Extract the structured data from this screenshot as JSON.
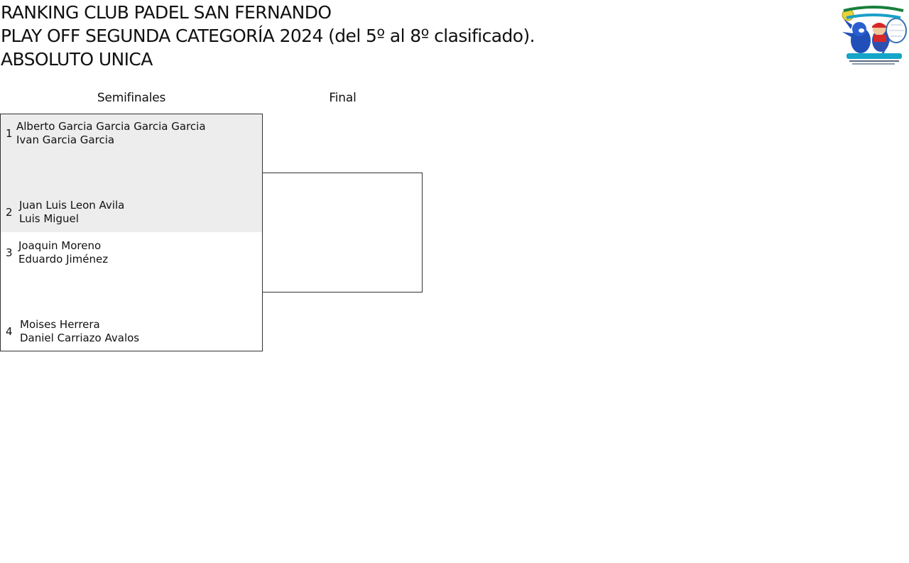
{
  "header": {
    "line1": "RANKING CLUB PADEL SAN FERNANDO",
    "line2": "PLAY OFF SEGUNDA CATEGORÍA 2024 (del 5º al 8º clasificado).",
    "line3": "ABSOLUTO UNICA",
    "logo_icon": "club-logo-icon"
  },
  "rounds": {
    "semis": "Semifinales",
    "final": "Final"
  },
  "matches": [
    {
      "teams": [
        {
          "seed": "1",
          "player1": "Alberto Garcia Garcia Garcia Garcia",
          "player2": "Ivan Garcia Garcia"
        },
        {
          "seed": "2",
          "player1": "Juan Luis Leon Avila",
          "player2": "Luis Miguel"
        }
      ]
    },
    {
      "teams": [
        {
          "seed": "3",
          "player1": "Joaquin Moreno",
          "player2": "Eduardo Jiménez"
        },
        {
          "seed": "4",
          "player1": "Moises Herrera",
          "player2": "Daniel Carriazo Avalos"
        }
      ]
    }
  ],
  "colors": {
    "highlight_match": "#ededed",
    "border": "#333333"
  }
}
